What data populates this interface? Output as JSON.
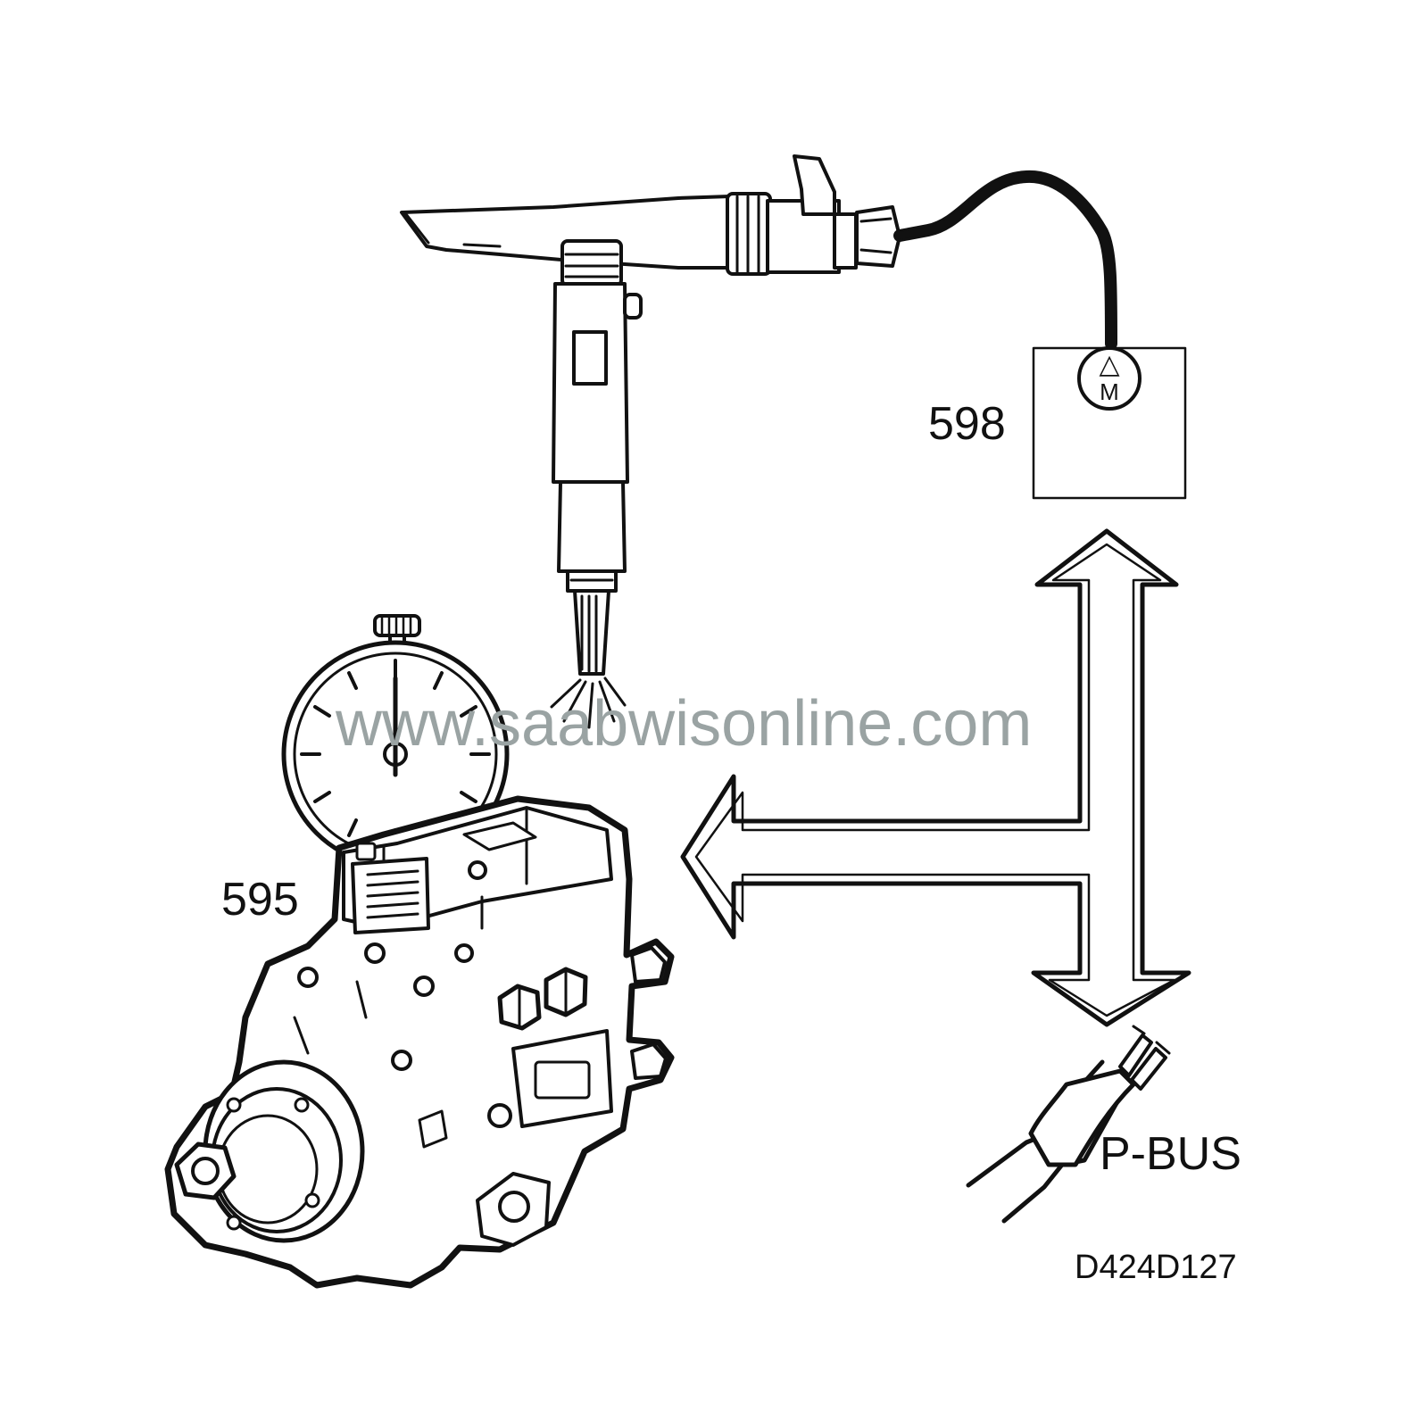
{
  "labels": {
    "module": "598",
    "pump": "595",
    "bus": "P-BUS",
    "figure_code": "D424D127"
  },
  "module_symbols": {
    "top": "△",
    "bottom": "M"
  },
  "watermark": "www.saabwisonline.com",
  "colors": {
    "line": "#111111",
    "watermark": "#9aa3a3",
    "background": "#ffffff"
  }
}
